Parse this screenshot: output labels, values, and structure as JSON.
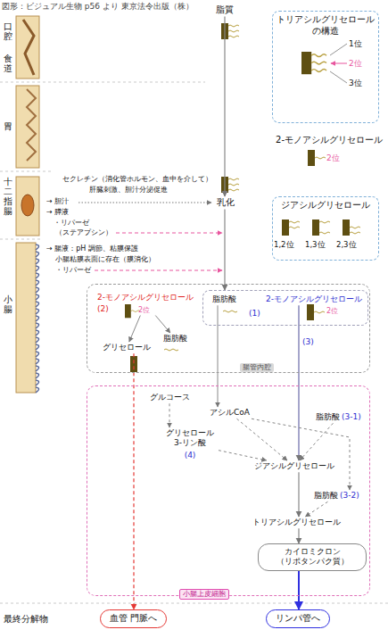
{
  "diagram": {
    "nodes": [
      {
        "text": [
          "脂質"
        ]
      },
      {
        "text": [
          "トリアシルグリセロール の構造"
        ]
      },
      {
        "text": [
          "2-モノアシルグリセロール"
        ]
      },
      {
        "text": [
          "ジアシルグリセロール"
        ]
      },
      {
        "text": [
          "乳化"
        ]
      },
      {
        "text": [
          "腸管内腔"
        ]
      },
      {
        "text": [
          "2-モノアシルグリセロール",
          "(2)"
        ],
        "in": 5
      },
      {
        "text": [
          "(1)"
        ],
        "in": 5
      },
      {
        "text": [
          "脂肪酸"
        ],
        "in": 7
      },
      {
        "text": [
          "2-モノアシルグリセロール"
        ],
        "in": 7
      },
      {
        "text": [
          "グリセロール"
        ],
        "in": 5
      },
      {
        "text": [
          "脂肪酸"
        ],
        "in": 5
      },
      {
        "text": [
          "小腸上皮細胞"
        ]
      },
      {
        "text": [
          "グルコース"
        ],
        "in": 12
      },
      {
        "text": [
          "アシルCoA"
        ],
        "in": 12
      },
      {
        "text": [
          "グリセロール 3-リン酸",
          "(4)"
        ],
        "in": 12
      },
      {
        "text": [
          "脂肪酸",
          "(3-1)"
        ],
        "in": 12
      },
      {
        "text": [
          "ジアシルグリセロール"
        ],
        "in": 12
      },
      {
        "text": [
          "脂肪酸",
          "(3-2)"
        ],
        "in": 12
      },
      {
        "text": [
          "トリアシルグリセロール"
        ],
        "in": 12
      },
      {
        "text": [
          "カイロミクロン （リポタンパク質）"
        ],
        "in": 12
      },
      {
        "text": [
          "血管 門脈へ"
        ]
      },
      {
        "text": [
          "リンパ管へ"
        ]
      }
    ],
    "edges": [
      {
        "from": 0,
        "to": 4,
        "arrow": "to"
      },
      {
        "from": 4,
        "to": 7,
        "arrow": "to"
      },
      {
        "from": 6,
        "to": 10,
        "arrow": "to"
      },
      {
        "from": 6,
        "to": 11,
        "arrow": "to"
      },
      {
        "from": 10,
        "to": 21,
        "arrow": "to"
      },
      {
        "from": 8,
        "to": 14,
        "arrow": "to"
      },
      {
        "from": 9,
        "to": 17,
        "label": "(3)",
        "arrow": "to"
      },
      {
        "from": 13,
        "to": 15,
        "arrow": "to"
      },
      {
        "from": 14,
        "to": 17,
        "arrow": "to"
      },
      {
        "from": 14,
        "to": 18,
        "arrow": "to"
      },
      {
        "from": 15,
        "to": 17,
        "arrow": "to"
      },
      {
        "from": 16,
        "to": 17,
        "arrow": "to"
      },
      {
        "from": 17,
        "to": 19,
        "arrow": "to"
      },
      {
        "from": 18,
        "to": 19,
        "arrow": "to"
      },
      {
        "from": 19,
        "to": 20,
        "arrow": "to"
      },
      {
        "from": 20,
        "to": 22,
        "arrow": "to"
      }
    ],
    "labels": [
      "図形：ビジュアル生物 p56 より 東京法令出版（株）",
      "口腔",
      "食道",
      "胃",
      "十二指腸",
      "小腸",
      "セクレチン（消化管ホルモン、血中を介して）",
      "肝臓刺激、胆汁分泌促進",
      "→ 胆汁",
      "→ 膵液",
      "・リパーゼ",
      "（ステアプシン）",
      "→ 腸液：pH 調節、粘膜保護",
      "小腸粘膜表面に存在（膜消化）",
      "・リパーゼ",
      "1位",
      "2位",
      "3位",
      "2位",
      "1,2位",
      "1,3位",
      "2,3位",
      "2位",
      "2位",
      "最終分解物"
    ]
  }
}
